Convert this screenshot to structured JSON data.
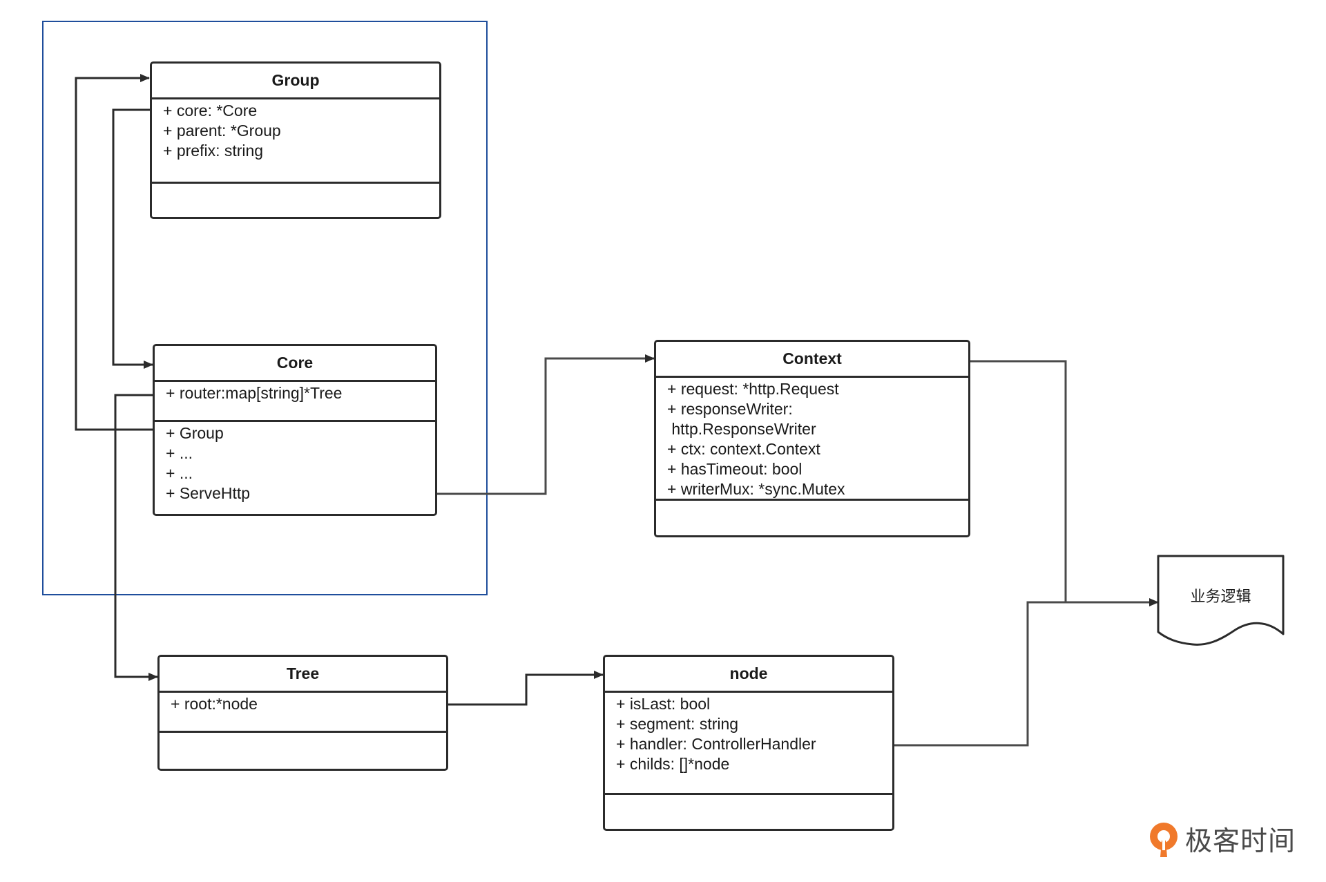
{
  "classes": {
    "group": {
      "name": "Group",
      "attributes": [
        "+ core: *Core",
        "+ parent: *Group",
        "+ prefix: string"
      ],
      "methods": []
    },
    "core": {
      "name": "Core",
      "attributes": [
        "+ router:map[string]*Tree"
      ],
      "methods": [
        "+ Group",
        "+ ...",
        "+ ...",
        "+ ServeHttp"
      ]
    },
    "context": {
      "name": "Context",
      "attributes": [
        "+ request: *http.Request",
        "+ responseWriter:",
        " http.ResponseWriter",
        "+ ctx: context.Context",
        "+ hasTimeout: bool",
        "+ writerMux: *sync.Mutex"
      ],
      "methods": []
    },
    "tree": {
      "name": "Tree",
      "attributes": [
        "+ root:*node"
      ],
      "methods": []
    },
    "node": {
      "name": "node",
      "attributes": [
        "+ isLast: bool",
        "+ segment: string",
        "+ handler: ControllerHandler",
        "+ childs: []*node"
      ],
      "methods": []
    }
  },
  "note": {
    "text": "业务逻辑"
  },
  "brand": {
    "text": "极客时间"
  },
  "colors": {
    "frame": "#1f4e9c",
    "line": "#2b2b2b",
    "logo_orange": "#f0792b"
  },
  "connections": [
    {
      "from": "group",
      "to": "core"
    },
    {
      "from": "core",
      "to": "group"
    },
    {
      "from": "core",
      "to": "tree"
    },
    {
      "from": "core",
      "to": "context"
    },
    {
      "from": "tree",
      "to": "node"
    },
    {
      "from": "context",
      "to": "note"
    },
    {
      "from": "node",
      "to": "note"
    }
  ]
}
